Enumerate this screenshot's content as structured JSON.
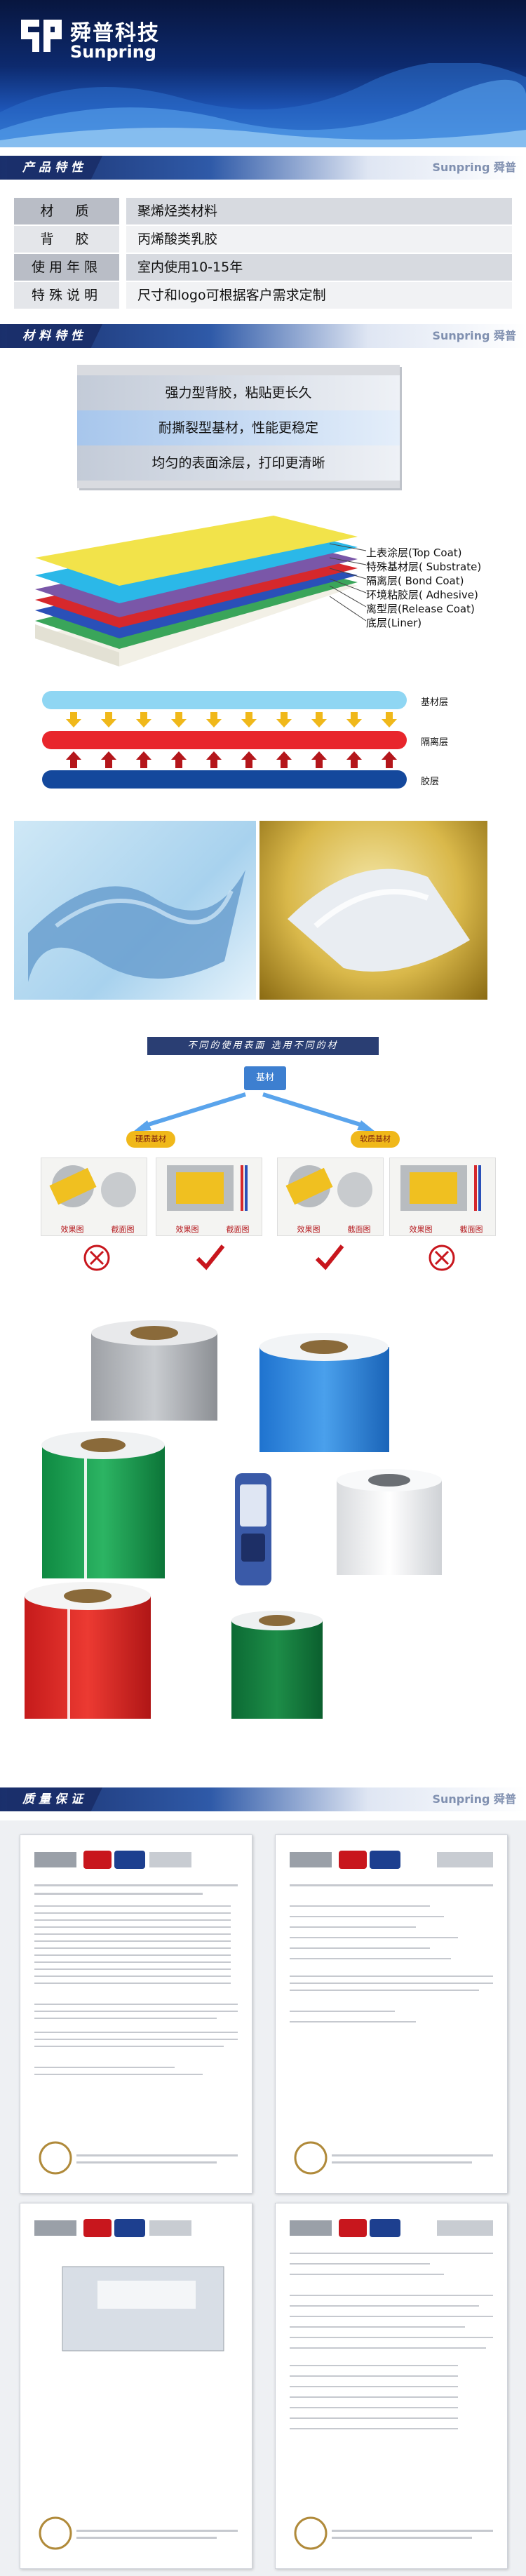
{
  "brand": {
    "cn": "舜普科技",
    "en": "Sunpring",
    "watermark": "Sunpring 舜普"
  },
  "sections": {
    "product": "产品特性",
    "material": "材料特性",
    "quality": "质量保证"
  },
  "specs": [
    {
      "key": "材　质",
      "value": "聚烯烃类材料"
    },
    {
      "key": "背　胶",
      "value": "丙烯酸类乳胶"
    },
    {
      "key": "使用年限",
      "value": "室内使用10-15年"
    },
    {
      "key": "特殊说明",
      "value": "尺寸和logo可根据客户需求定制"
    }
  ],
  "features": [
    "强力型背胶，粘贴更长久",
    "耐撕裂型基材，性能更稳定",
    "均匀的表面涂层，打印更清晰"
  ],
  "layers": [
    "上表涂层(Top Coat)",
    "特殊基材层( Substrate)",
    "隔离层( Bond Coat)",
    "环境粘胶层( Adhesive)",
    "离型层(Release Coat)",
    "底层(Liner)"
  ],
  "bands": [
    "基材层",
    "隔离层",
    "胶层"
  ],
  "diagram": {
    "title": "不同的使用表面 选用不同的材",
    "root": "基材",
    "left_branch": "硬质基材",
    "right_branch": "软质基材",
    "panel_labels": [
      "效果图",
      "截面图"
    ]
  },
  "colors": {
    "accent": "#1a2f6b",
    "cyan": "#27b8e6",
    "red": "#d8252c",
    "navy": "#14489c"
  }
}
